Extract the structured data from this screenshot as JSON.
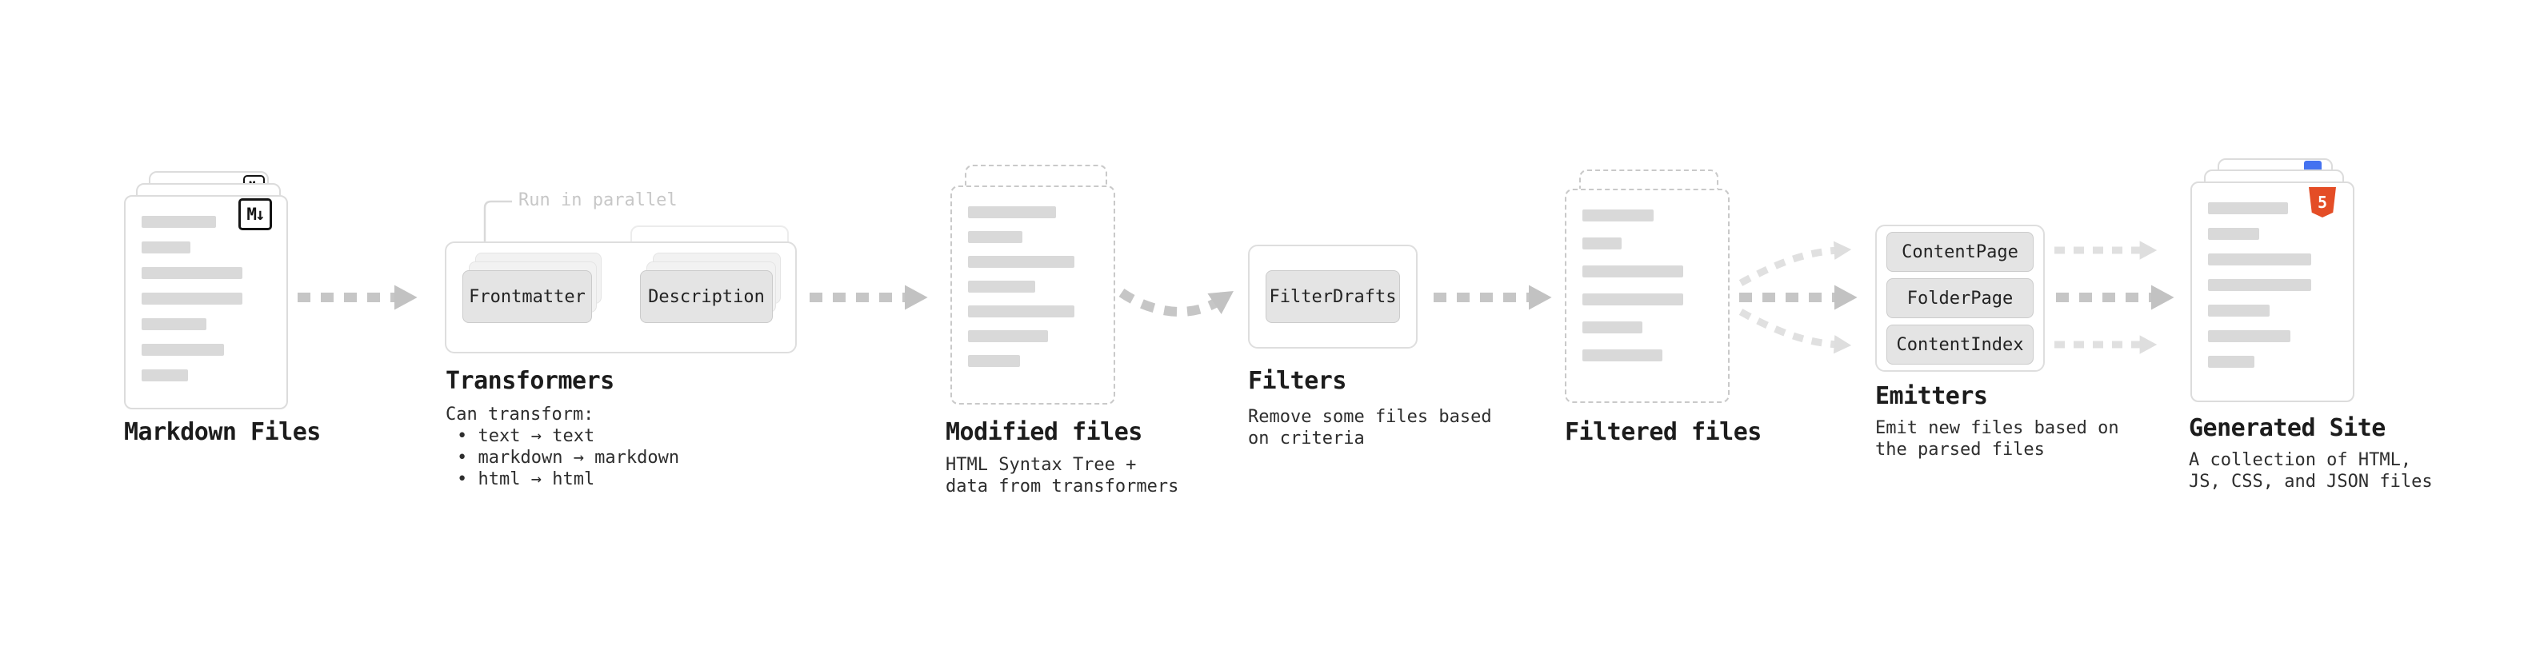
{
  "diagram": {
    "markdown_files": {
      "title": "Markdown Files"
    },
    "transformers": {
      "title": "Transformers",
      "parallel_label": "Run in parallel",
      "box1": "Frontmatter",
      "box2": "Description",
      "desc": [
        "Can transform:",
        "• text → text",
        "• markdown → markdown",
        "• html → html"
      ]
    },
    "modified_files": {
      "title": "Modified files",
      "desc": [
        "HTML Syntax Tree +",
        "data from transformers"
      ]
    },
    "filters": {
      "title": "Filters",
      "box1": "FilterDrafts",
      "desc": [
        "Remove some files based",
        "on criteria"
      ]
    },
    "filtered_files": {
      "title": "Filtered files"
    },
    "emitters": {
      "title": "Emitters",
      "box1": "ContentPage",
      "box2": "FolderPage",
      "box3": "ContentIndex",
      "desc": [
        "Emit new files based on",
        "the parsed files"
      ]
    },
    "generated_site": {
      "title": "Generated Site",
      "desc": [
        "A collection of HTML,",
        "JS, CSS, and JSON files"
      ]
    }
  },
  "icons": {
    "markdown_glyph": "M↓",
    "html5_glyph": "5"
  },
  "colors": {
    "arrow_dark": "#c6c6c6",
    "arrow_light": "#e0e0e0",
    "bar_fill": "#d9d9d9",
    "html5_orange": "#e44d26",
    "badge_blue": "#4472f0"
  }
}
